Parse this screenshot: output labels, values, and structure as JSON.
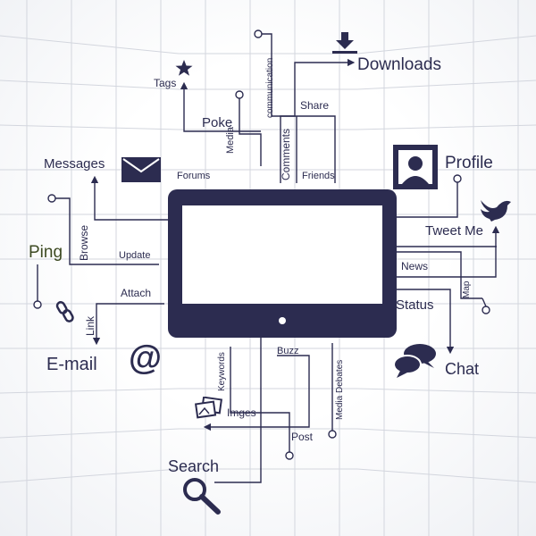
{
  "labels": {
    "downloads": "Downloads",
    "tags": "Tags",
    "poke": "Poke",
    "communication": "communication",
    "share": "Share",
    "media": "Media",
    "comments": "Comments",
    "forums": "Forums",
    "friends": "Friends",
    "messages": "Messages",
    "profile": "Profile",
    "browse": "Browse",
    "ping": "Ping",
    "update": "Update",
    "attach": "Attach",
    "tweet_me": "Tweet Me",
    "news": "News",
    "map": "Map",
    "status": "Status",
    "link": "Link",
    "email": "E-mail",
    "chat": "Chat",
    "keywords": "Keywords",
    "buzz": "Buzz",
    "media_debates": "Media Debates",
    "imges": "Imges",
    "post": "Post",
    "search": "Search"
  },
  "colors": {
    "navy": "#2c2c50",
    "green_text": "#3d4a22",
    "grid": "#d3d6de",
    "screen": "#ffffff"
  },
  "icons": [
    "download-icon",
    "star-icon",
    "envelope-icon",
    "profile-icon",
    "bird-icon",
    "chain-link-icon",
    "at-sign-icon",
    "chat-bubbles-icon",
    "images-icon",
    "magnifier-icon",
    "monitor-icon"
  ]
}
